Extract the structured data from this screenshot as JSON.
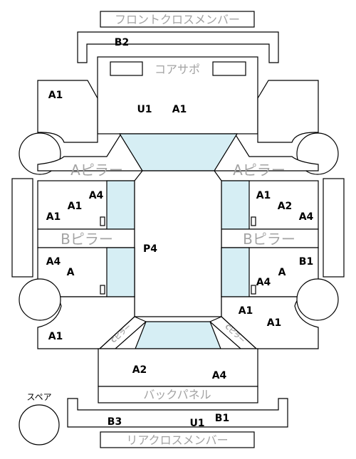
{
  "parts": {
    "front_cross_member": "フロントクロスメンバー",
    "core_support": "コアサポ",
    "a_pillar_left": "Aピラー",
    "a_pillar_right": "Aピラー",
    "b_pillar_left": "Bピラー",
    "b_pillar_right": "Bピラー",
    "c_pillar_left": "Cピラー",
    "c_pillar_right": "Cピラー",
    "back_panel": "バックパネル",
    "rear_cross_member": "リアクロスメンバー",
    "spare": "スペア"
  },
  "codes": {
    "b2": "B2",
    "front_fender_left": "A1",
    "hood_u1": "U1",
    "hood_a1": "A1",
    "front_door_left_a4": "A4",
    "front_door_left_a1": "A1",
    "front_door_left_a1b": "A1",
    "front_door_right_a1": "A1",
    "front_door_right_a2": "A2",
    "front_door_right_a4": "A4",
    "roof_p4": "P4",
    "rear_door_left_a4": "A4",
    "rear_door_left_a": "A",
    "rear_door_right_b1": "B1",
    "rear_door_right_a": "A",
    "rear_door_right_a4": "A4",
    "rear_fender_left_a1": "A1",
    "rear_fender_right_a1": "A1",
    "rear_fender_right_a1b": "A1",
    "trunk_a2": "A2",
    "trunk_a4": "A4",
    "rear_b3": "B3",
    "rear_u1": "U1",
    "rear_b1": "B1"
  },
  "colors": {
    "line": "#000000",
    "glass": "#d6eef4",
    "part_text": "#a3a3a3"
  }
}
